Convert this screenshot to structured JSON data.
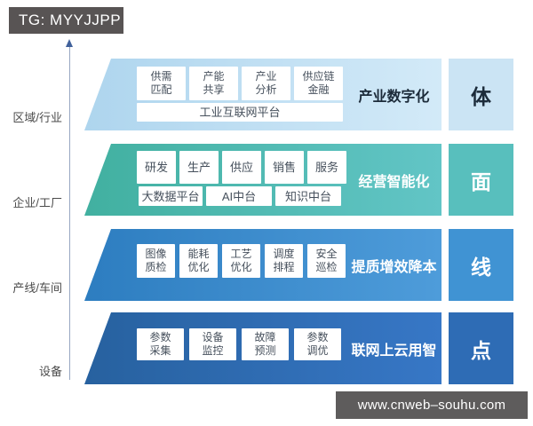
{
  "badge": {
    "text": "TG: MYYJJPP"
  },
  "watermark": {
    "text": "www.cnweb–souhu.com"
  },
  "diagram": {
    "bands": [
      {
        "level": "区域/行业",
        "outcome": "产业数字化",
        "dimension": "体",
        "colors": {
          "gradient_left": "#aed5ee",
          "gradient_right": "#d3eaf8",
          "block": "#cbe4f4",
          "text": "#1c2b3a"
        },
        "rows": [
          {
            "boxes": [
              [
                "供需",
                "匹配"
              ],
              [
                "产能",
                "共享"
              ],
              [
                "产业",
                "分析"
              ],
              [
                "供应链",
                "金融"
              ]
            ]
          },
          {
            "boxes": [
              [
                "工业互联网平台"
              ]
            ]
          }
        ]
      },
      {
        "level": "企业/工厂",
        "outcome": "经营智能化",
        "dimension": "面",
        "colors": {
          "gradient_left": "#41b0a0",
          "gradient_right": "#62c5c6",
          "block": "#58bfbd",
          "text": "#ffffff"
        },
        "rows": [
          {
            "boxes": [
              [
                "研发"
              ],
              [
                "生产"
              ],
              [
                "供应"
              ],
              [
                "销售"
              ],
              [
                "服务"
              ]
            ]
          },
          {
            "boxes": [
              [
                "大数据平台"
              ],
              [
                "AI中台"
              ],
              [
                "知识中台"
              ]
            ]
          }
        ]
      },
      {
        "level": "产线/车间",
        "outcome": "提质增效降本",
        "dimension": "线",
        "colors": {
          "gradient_left": "#2d7dc0",
          "gradient_right": "#4e9cda",
          "block": "#4093d3",
          "text": "#ffffff"
        },
        "rows": [
          {
            "boxes": [
              [
                "图像",
                "质检"
              ],
              [
                "能耗",
                "优化"
              ],
              [
                "工艺",
                "优化"
              ],
              [
                "调度",
                "排程"
              ],
              [
                "安全",
                "巡检"
              ]
            ]
          }
        ]
      },
      {
        "level": "设备",
        "outcome": "联网上云用智",
        "dimension": "点",
        "colors": {
          "gradient_left": "#27619f",
          "gradient_right": "#3777c6",
          "block": "#2e6cb5",
          "text": "#ffffff"
        },
        "rows": [
          {
            "boxes": [
              [
                "参数",
                "采集"
              ],
              [
                "设备",
                "监控"
              ],
              [
                "故障",
                "预测"
              ],
              [
                "参数",
                "调优"
              ]
            ]
          }
        ]
      }
    ]
  }
}
